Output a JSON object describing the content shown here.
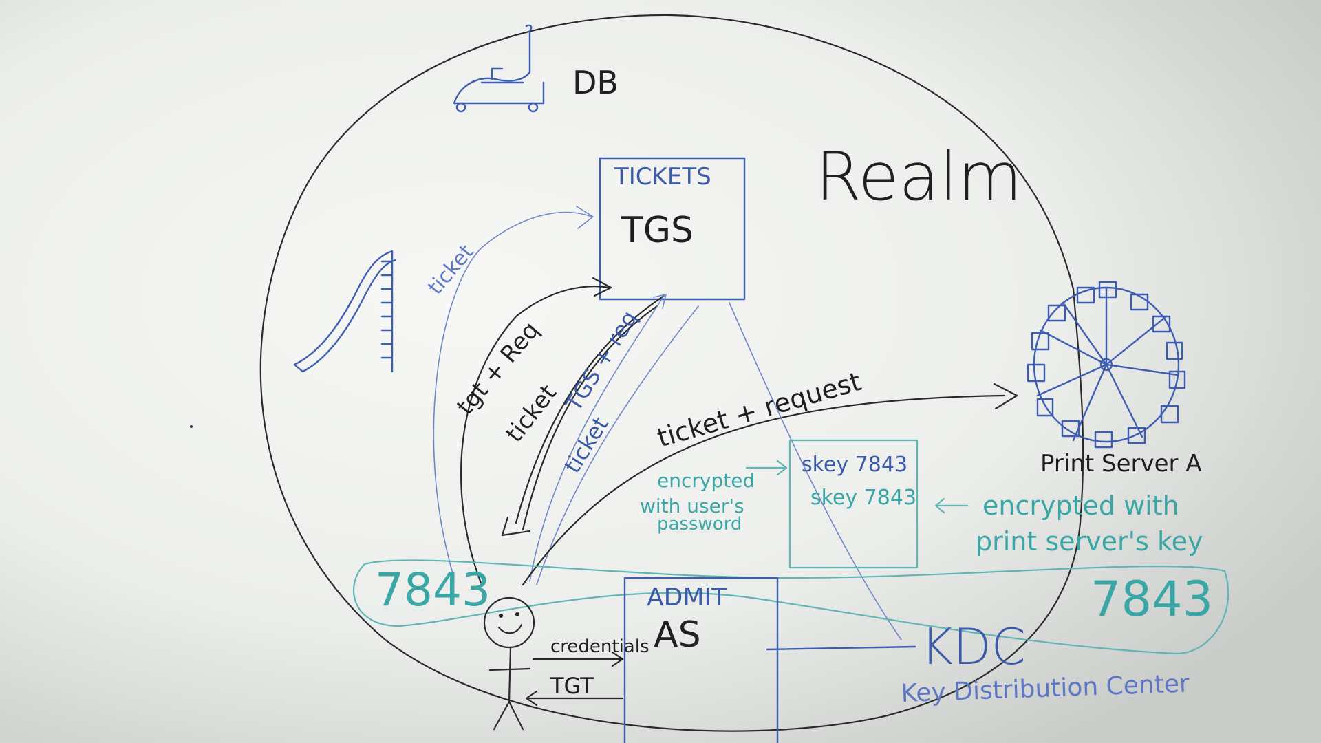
{
  "labels": {
    "db": "DB",
    "realm": "Realm",
    "tickets": "TICKETS",
    "tgs": "TGS",
    "ticket_arc": "ticket",
    "tgt_req": "tgt + Req",
    "ticket_back": "ticket",
    "tgs_req": "TGS + req",
    "ticket_blue": "ticket",
    "ticket_request": "ticket + request",
    "print_server": "Print Server A",
    "encrypted_user": "encrypted",
    "with_users": "with user's",
    "password": "password",
    "skey1": "skey 7843",
    "skey2": "skey 7843",
    "encrypted_print_1": "encrypted with",
    "encrypted_print_2": "print server's key",
    "pw_left": "7843",
    "pw_right": "7843",
    "admit": "ADMIT",
    "as": "AS",
    "credentials": "credentials",
    "tgt": "TGT",
    "kdc": "KDC",
    "kdc_full": "Key Distribution Center"
  },
  "colors": {
    "board": "#e9ece9",
    "black_marker": "#1f1f22",
    "blue_marker": "#3b5aa8",
    "teal_marker": "#3aa6a6"
  }
}
